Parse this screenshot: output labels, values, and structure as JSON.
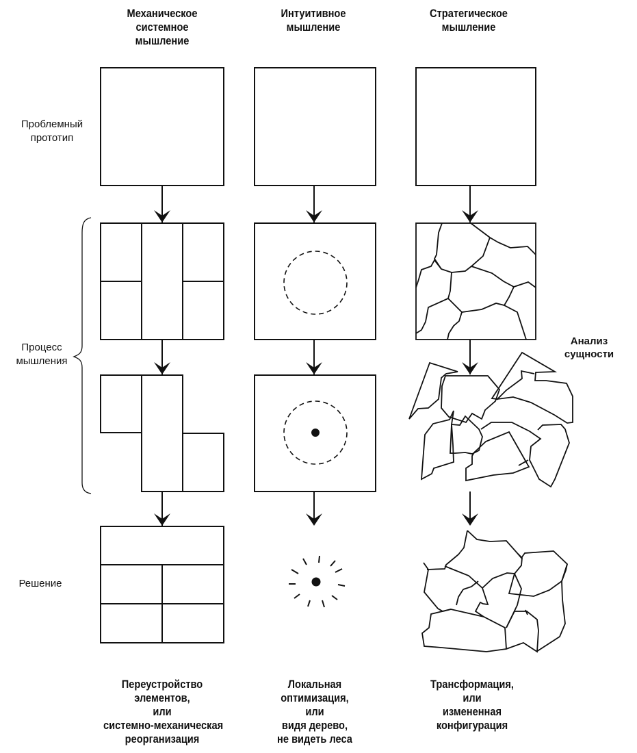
{
  "columns": [
    {
      "title": [
        "Механическое",
        "системное",
        "мышление"
      ],
      "result": [
        "Переустройство",
        "элементов,",
        "или",
        "системно-механическая",
        "реорганизация"
      ]
    },
    {
      "title": [
        "Интуитивное",
        "мышление"
      ],
      "result": [
        "Локальная",
        "оптимизация,",
        "или",
        "видя дерево,",
        "не видеть леса"
      ]
    },
    {
      "title": [
        "Стратегическое",
        "мышление"
      ],
      "result": [
        "Трансформация,",
        "или",
        "измененная",
        "конфигурация"
      ]
    }
  ],
  "rows": {
    "problem": [
      "Проблемный",
      "прототип"
    ],
    "process": [
      "Процесс",
      "мышления"
    ],
    "solution": [
      "Решение"
    ]
  },
  "annotation": [
    "Анализ",
    "сущности"
  ],
  "colors": {
    "ink": "#111111",
    "background": "#ffffff"
  }
}
